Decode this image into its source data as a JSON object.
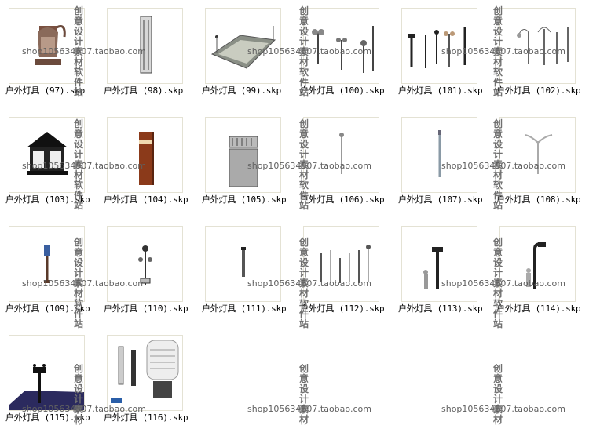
{
  "files": [
    {
      "label": "户外灯具 (97).skp",
      "icon": "ornate-wall-lantern"
    },
    {
      "label": "户外灯具 (98).skp",
      "icon": "bollard-light"
    },
    {
      "label": "户外灯具 (99).skp",
      "icon": "lit-pathway-model"
    },
    {
      "label": "户外灯具 (100).skp",
      "icon": "street-lamp-set"
    },
    {
      "label": "户外灯具 (101).skp",
      "icon": "lamp-post-collection"
    },
    {
      "label": "户外灯具 (102).skp",
      "icon": "decorative-lamp-posts"
    },
    {
      "label": "户外灯具 (103).skp",
      "icon": "black-lantern"
    },
    {
      "label": "户外灯具 (104).skp",
      "icon": "wooden-bollard"
    },
    {
      "label": "户外灯具 (105).skp",
      "icon": "pillar-lamp"
    },
    {
      "label": "户外灯具 (106).skp",
      "icon": "tall-pole-light"
    },
    {
      "label": "户外灯具 (107).skp",
      "icon": "slim-pole-light"
    },
    {
      "label": "户外灯具 (108).skp",
      "icon": "double-arm-street-light"
    },
    {
      "label": "户外灯具 (109).skp",
      "icon": "garden-lamp"
    },
    {
      "label": "户外灯具 (110).skp",
      "icon": "ornate-garden-lamp"
    },
    {
      "label": "户外灯具 (111).skp",
      "icon": "thin-bollard"
    },
    {
      "label": "户外灯具 (112).skp",
      "icon": "lamp-variety-set"
    },
    {
      "label": "户外灯具 (113).skp",
      "icon": "lamp-with-figure"
    },
    {
      "label": "户外灯具 (114).skp",
      "icon": "hook-lamp-with-figure"
    },
    {
      "label": "户外灯具 (115).skp",
      "icon": "lamp-on-plaza"
    },
    {
      "label": "户外灯具 (116).skp",
      "icon": "lawn-light-render"
    }
  ],
  "watermark": {
    "vertical_text": "创意设计素材软件站",
    "shop_url": "shop105634507.taobao.com"
  }
}
